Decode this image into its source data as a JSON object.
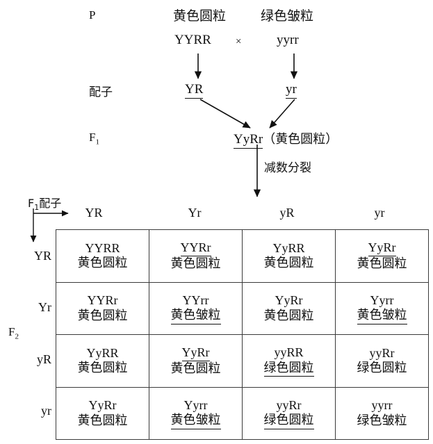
{
  "stages": {
    "p_label": "P",
    "gamete_label": "配子",
    "f1_label": "F",
    "f1_sub": "1",
    "f2_label": "F",
    "f2_sub": "2"
  },
  "parents": {
    "left_phenotype": "黄色圆粒",
    "right_phenotype": "绿色皱粒",
    "left_genotype": "YYRR",
    "right_genotype": "yyrr",
    "cross_symbol": "×"
  },
  "gametes": {
    "left": "YR",
    "right": "yr"
  },
  "f1": {
    "genotype": "YyRr",
    "phenotype_paren": "（黄色圆粒）",
    "meiosis_label": "减数分裂"
  },
  "punnett": {
    "axis_label": "F",
    "axis_label_sub": "1",
    "axis_label_tail": "配子",
    "col_headers": [
      "YR",
      "Yr",
      "yR",
      "yr"
    ],
    "row_headers": [
      "YR",
      "Yr",
      "yR",
      "yr"
    ],
    "rows": [
      [
        {
          "genotype": "YYRR",
          "phenotype": "黄色圆粒",
          "geno_underline": false,
          "pheno_underline": false
        },
        {
          "genotype": "YYRr",
          "phenotype": "黄色圆粒",
          "geno_underline": true,
          "pheno_underline": false
        },
        {
          "genotype": "YyRR",
          "phenotype": "黄色圆粒",
          "geno_underline": false,
          "pheno_underline": false
        },
        {
          "genotype": "YyRr",
          "phenotype": "黄色圆粒",
          "geno_underline": true,
          "pheno_underline": false
        }
      ],
      [
        {
          "genotype": "YYRr",
          "phenotype": "黄色圆粒",
          "geno_underline": false,
          "pheno_underline": false
        },
        {
          "genotype": "YYrr",
          "phenotype": "黄色皱粒",
          "geno_underline": false,
          "pheno_underline": true
        },
        {
          "genotype": "YyRr",
          "phenotype": "黄色圆粒",
          "geno_underline": false,
          "pheno_underline": false
        },
        {
          "genotype": "Yyrr",
          "phenotype": "黄色皱粒",
          "geno_underline": false,
          "pheno_underline": true
        }
      ],
      [
        {
          "genotype": "YyRR",
          "phenotype": "黄色圆粒",
          "geno_underline": false,
          "pheno_underline": false
        },
        {
          "genotype": "YyRr",
          "phenotype": "黄色圆粒",
          "geno_underline": true,
          "pheno_underline": false
        },
        {
          "genotype": "yyRR",
          "phenotype": "绿色圆粒",
          "geno_underline": false,
          "pheno_underline": true
        },
        {
          "genotype": "yyRr",
          "phenotype": "绿色圆粒",
          "geno_underline": false,
          "pheno_underline": false
        }
      ],
      [
        {
          "genotype": "YyRr",
          "phenotype": "黄色圆粒",
          "geno_underline": false,
          "pheno_underline": false
        },
        {
          "genotype": "Yyrr",
          "phenotype": "黄色皱粒",
          "geno_underline": false,
          "pheno_underline": true
        },
        {
          "genotype": "yyRr",
          "phenotype": "绿色圆粒",
          "geno_underline": false,
          "pheno_underline": true
        },
        {
          "genotype": "yyrr",
          "phenotype": "绿色皱粒",
          "geno_underline": false,
          "pheno_underline": false
        }
      ]
    ]
  },
  "colors": {
    "text": "#111111",
    "grid": "#3a3a3a",
    "background": "#ffffff"
  }
}
